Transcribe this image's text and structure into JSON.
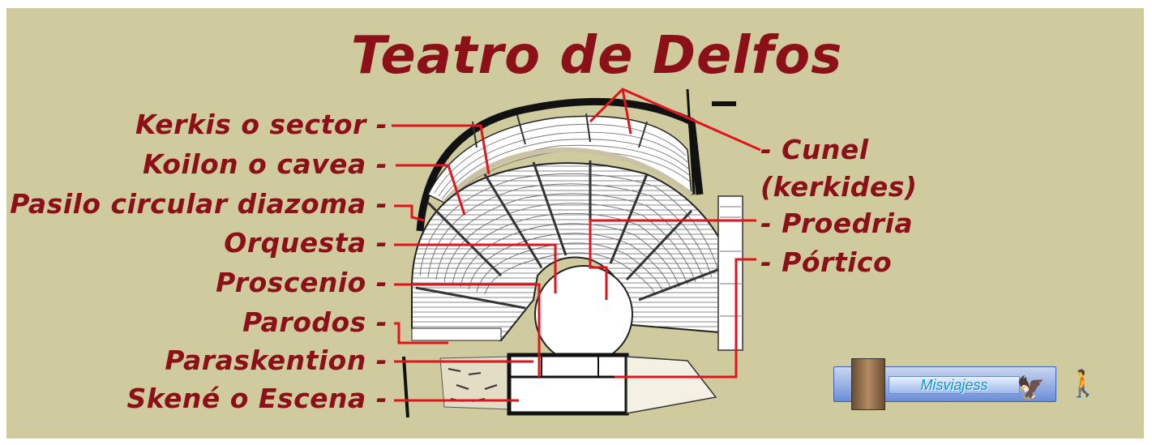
{
  "title": "Teatro de Delfos",
  "labels_left": [
    "Kerkis o sector -",
    "Koilon o cavea -",
    "Pasilo circular diazoma -",
    "Orquesta -",
    "Proscenio -",
    "Parodos -",
    "Paraskention -",
    "Skené o Escena -"
  ],
  "labels_right": [
    "- Cunel",
    "(kerkides)",
    "- Proedria",
    "- Pórtico"
  ],
  "badge": {
    "text": "Misviajess"
  },
  "colors": {
    "background": "#cfcb9f",
    "label_text": "#8c1018",
    "leader_line": "#e0141c"
  }
}
